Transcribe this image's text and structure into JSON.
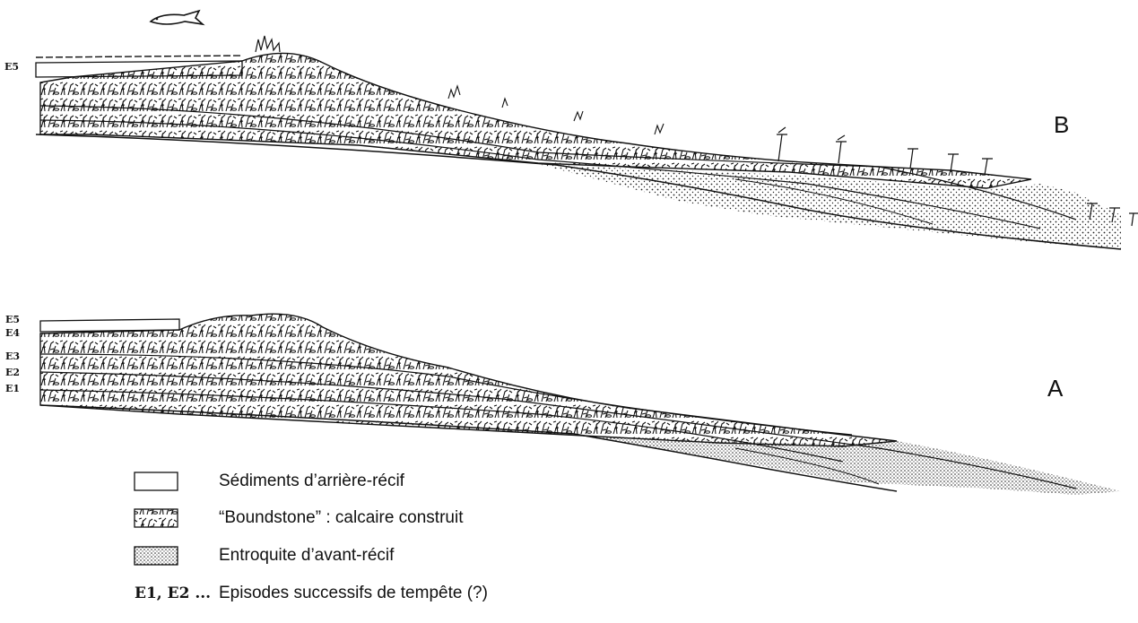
{
  "panels": {
    "b": {
      "letter": "B",
      "episode_labels": [
        "E5"
      ]
    },
    "a": {
      "letter": "A",
      "episode_labels": [
        "E5",
        "E4",
        "E3",
        "E2",
        "E1"
      ]
    }
  },
  "legend": [
    {
      "key": "back-reef",
      "label": "Sédiments d’arrière-récif"
    },
    {
      "key": "boundstone",
      "label": "“Boundstone” : calcaire construit"
    },
    {
      "key": "fore-reef",
      "label": "Entroquite d’avant-récif"
    },
    {
      "key": "episodes",
      "code": "E1, E2 ...",
      "label": "Episodes successifs de tempête (?)"
    }
  ],
  "colors": {
    "ink": "#111111",
    "paper": "#ffffff"
  }
}
